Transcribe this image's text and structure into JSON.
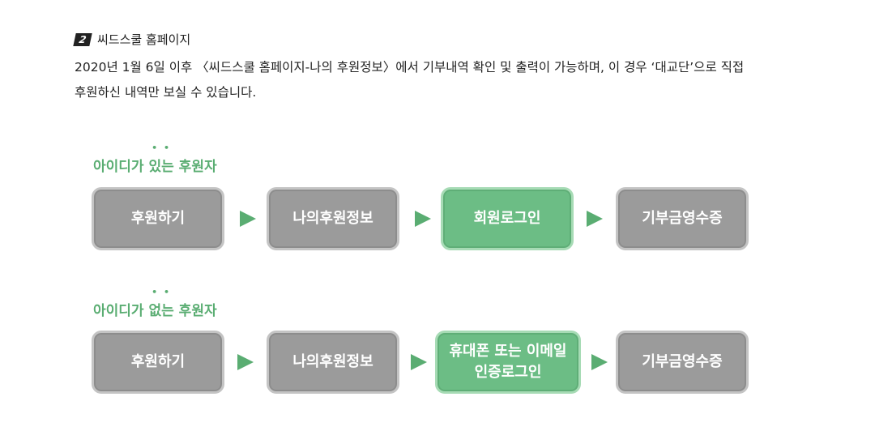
{
  "section": {
    "number": "2",
    "title": "씨드스쿨 홈페이지",
    "line1": "2020년 1월 6일 이후 〈씨드스쿨 홈페이지-나의 후원정보〉에서 기부내역 확인 및 출력이 가능하며, 이 경우 ‘대교단’으로 직접",
    "line2": "후원하신 내역만 보실 수 있습니다."
  },
  "flow1": {
    "label_pre": "아이디가 ",
    "label_emph": "있는",
    "label_post": " 후원자",
    "steps": [
      "후원하기",
      "나의후원정보",
      "회원로그인",
      "기부금영수증"
    ]
  },
  "flow2": {
    "label_pre": "아이디가 ",
    "label_emph": "없는",
    "label_post": " 후원자",
    "steps": [
      "후원하기",
      "나의후원정보",
      "휴대폰 또는 이메일",
      "기부금영수증"
    ],
    "step3_line2": "인증로그인"
  },
  "colors": {
    "accent_green": "#5aad72",
    "box_gray": "#9b9b9b",
    "box_green": "#6cbd85"
  }
}
